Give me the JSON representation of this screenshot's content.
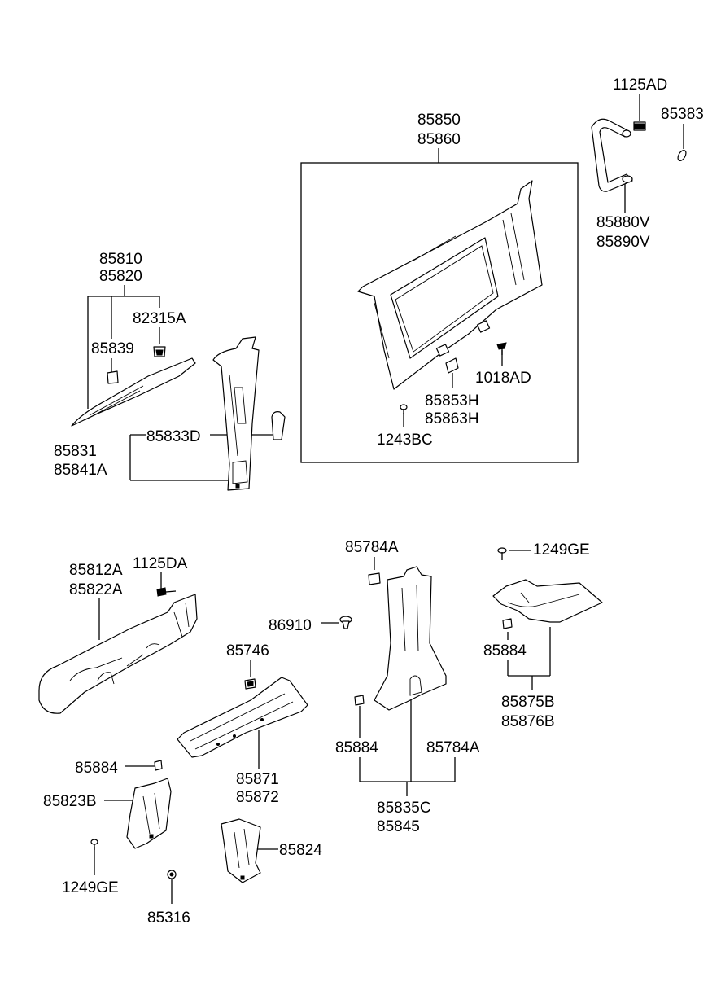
{
  "diagram": {
    "labels": {
      "p1125AD": "1125AD",
      "p85383": "85383",
      "p85850": "85850",
      "p85860": "85860",
      "p85880V": "85880V",
      "p85890V": "85890V",
      "p85810": "85810",
      "p85820": "85820",
      "p82315A": "82315A",
      "p85839": "85839",
      "p85833D": "85833D",
      "p85831": "85831",
      "p85841A": "85841A",
      "p1018AD": "1018AD",
      "p85853H": "85853H",
      "p85863H": "85863H",
      "p1243BC": "1243BC",
      "p85784A_top": "85784A",
      "p1249GE_right": "1249GE",
      "p85812A": "85812A",
      "p85822A": "85822A",
      "p1125DA": "1125DA",
      "p86910": "86910",
      "p85746": "85746",
      "p85884_right": "85884",
      "p85875B": "85875B",
      "p85876B": "85876B",
      "p85884_mid": "85884",
      "p85784A_mid": "85784A",
      "p85884_left": "85884",
      "p85871": "85871",
      "p85872": "85872",
      "p85823B": "85823B",
      "p85835C": "85835C",
      "p85845": "85845",
      "p85824": "85824",
      "p1249GE_left": "1249GE",
      "p85316": "85316"
    }
  }
}
